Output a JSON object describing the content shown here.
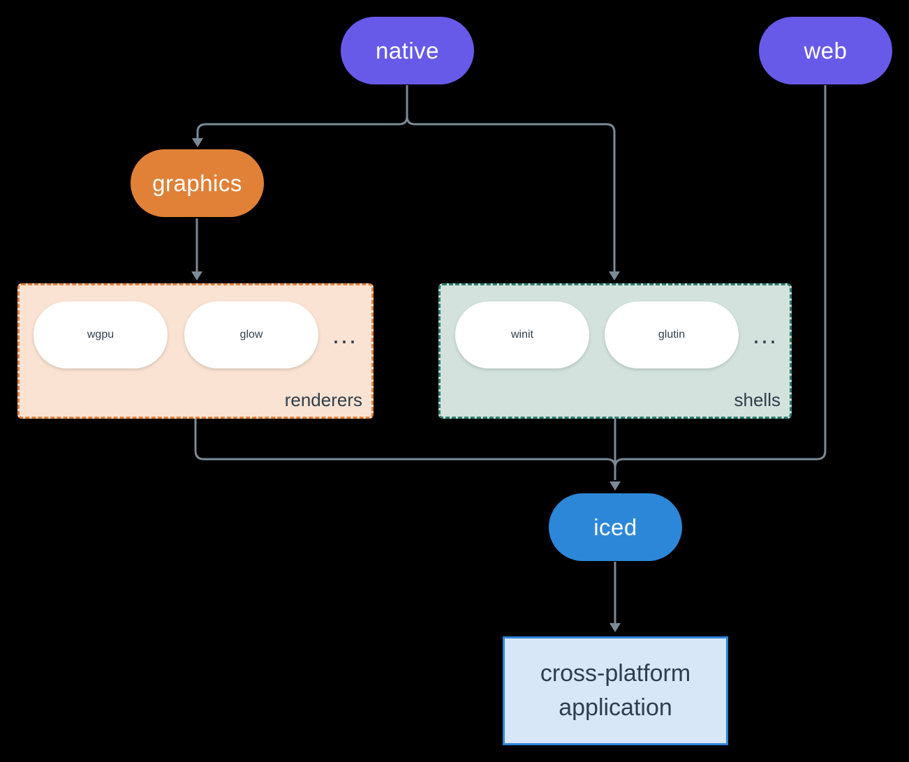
{
  "diagram": {
    "background": "#000000",
    "connector_color": "#7b8a96",
    "nodes": {
      "native": {
        "label": "native",
        "color": "#675ae8",
        "text_color": "#ffffff"
      },
      "web": {
        "label": "web",
        "color": "#675ae8",
        "text_color": "#ffffff"
      },
      "graphics": {
        "label": "graphics",
        "color": "#e08137",
        "text_color": "#ffffff"
      },
      "iced": {
        "label": "iced",
        "color": "#2d87d9",
        "text_color": "#ffffff"
      },
      "application": {
        "line1": "cross-platform",
        "line2": "application",
        "fill": "#d8e7f7",
        "border": "#2e86de",
        "text_color": "#2f3e4d"
      }
    },
    "groups": {
      "renderers": {
        "label": "renderers",
        "fill": "#fae3d3",
        "border": "#e5813a",
        "items": [
          {
            "label": "wgpu"
          },
          {
            "label": "glow"
          }
        ],
        "ellipsis": "..."
      },
      "shells": {
        "label": "shells",
        "fill": "#d3e2dc",
        "border": "#2a7d6e",
        "items": [
          {
            "label": "winit"
          },
          {
            "label": "glutin"
          }
        ],
        "ellipsis": "..."
      }
    },
    "edges": [
      {
        "from": "native",
        "to": "graphics"
      },
      {
        "from": "native",
        "to": "shells"
      },
      {
        "from": "graphics",
        "to": "renderers"
      },
      {
        "from": "renderers",
        "to": "iced"
      },
      {
        "from": "shells",
        "to": "iced"
      },
      {
        "from": "web",
        "to": "iced"
      },
      {
        "from": "iced",
        "to": "application"
      }
    ]
  }
}
